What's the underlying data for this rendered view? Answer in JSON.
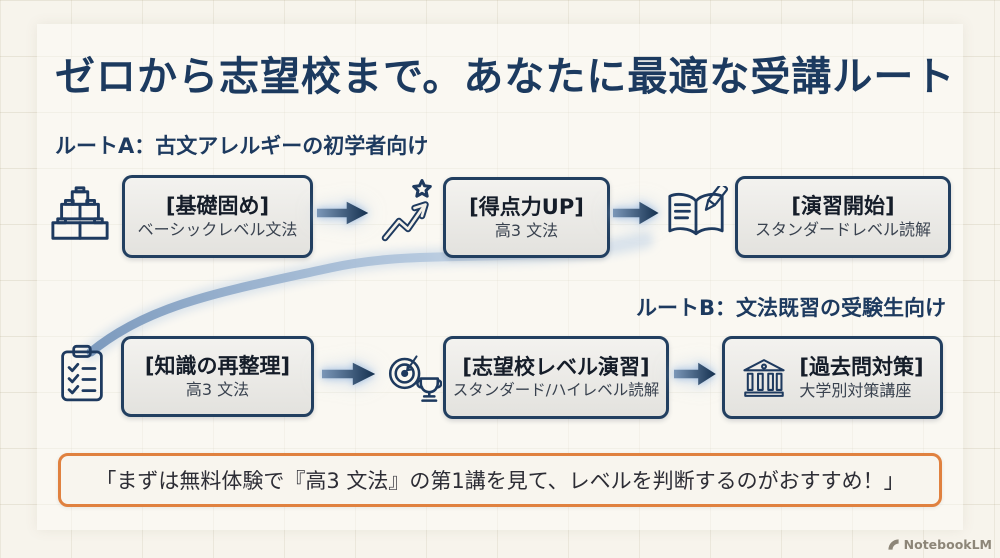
{
  "title": "ゼロから志望校まで。あなたに最適な受講ルート",
  "route_a": {
    "label": "ルートA：古文アレルギーの初学者向け",
    "steps": [
      {
        "icon": "building-blocks-icon",
        "title": "[基礎固め]",
        "subtitle": "ベーシックレベル文法"
      },
      {
        "icon": "trend-up-star-icon",
        "title": "[得点力UP]",
        "subtitle": "高3 文法"
      },
      {
        "icon": "book-pencil-icon",
        "title": "[演習開始]",
        "subtitle": "スタンダードレベル読解"
      }
    ]
  },
  "route_b": {
    "label": "ルートB：文法既習の受験生向け",
    "steps": [
      {
        "icon": "clipboard-checklist-icon",
        "title": "[知識の再整理]",
        "subtitle": "高3 文法"
      },
      {
        "icon": "target-trophy-icon",
        "title": "[志望校レベル演習]",
        "subtitle": "スタンダード/ハイレベル読解"
      },
      {
        "icon": "bank-icon",
        "title": "[過去問対策]",
        "subtitle": "大学別対策講座"
      }
    ]
  },
  "callout": {
    "text": "「まずは無料体験で『高3 文法』の第1講を見て、レベルを判断するのがおすすめ！」"
  },
  "watermark": {
    "label": "NotebookLM"
  },
  "colors": {
    "navy": "#1e3a5f",
    "orange": "#e0813f",
    "background": "#f7f4ec",
    "box_background": "#ebeae6",
    "arrow_dark": "#14304f",
    "arrow_light": "#7b97b8",
    "swoosh_blue": "#7796bb"
  }
}
